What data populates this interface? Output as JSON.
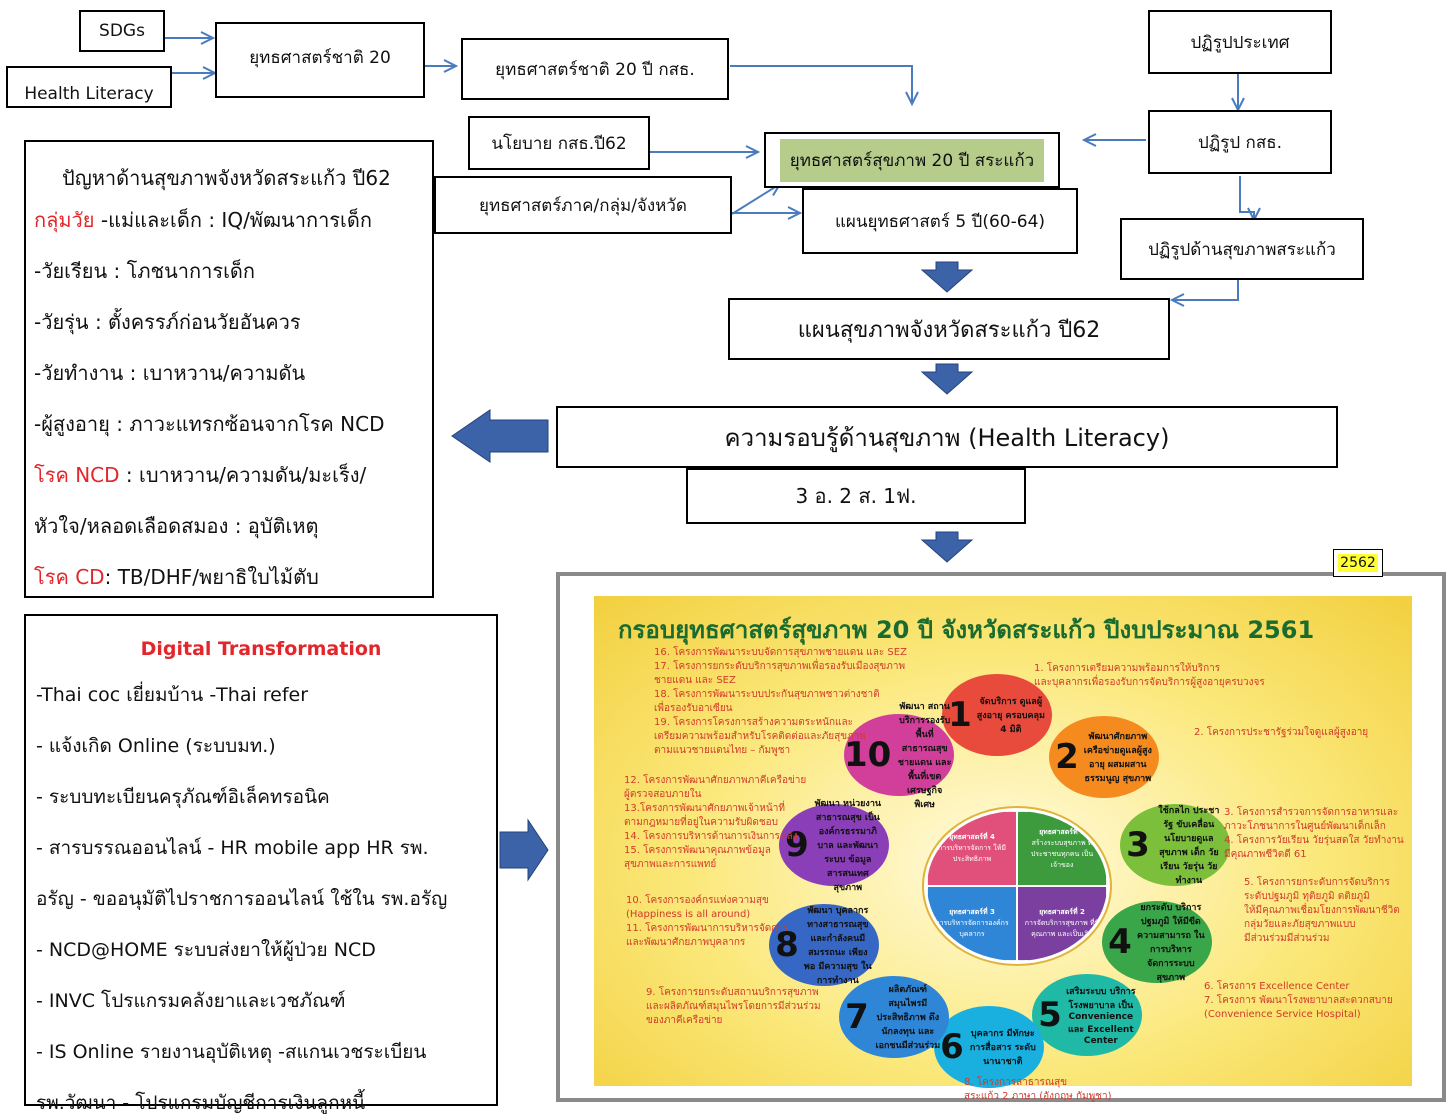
{
  "flow": {
    "sdgs": "SDGs",
    "health_literacy": "Health Literacy",
    "national_strategy": "ยุทธศาสตร์ชาติ 20",
    "moph_strategy": "ยุทธศาสตร์ชาติ 20 ปี กสธ.",
    "country_reform": "ปฏิรูปประเทศ",
    "moph_reform": "ปฏิรูป กสธ.",
    "moph_policy": "นโยบาย กสธ.ปี62",
    "health_strategy": "ยุทธศาสตร์สุขภาพ 20 ปี สระแก้ว",
    "regional_strategy": "ยุทธศาสตร์ภาค/กลุ่ม/จังหวัด",
    "five_year_plan": "แผนยุทธศาสตร์ 5 ปี(60-64)",
    "sakaeo_reform": "ปฏิรูปด้านสุขภาพสระแก้ว",
    "provincial_plan": "แผนสุขภาพจังหวัดสระแก้ว ปี62",
    "literacy_main": "ความรอบรู้ด้านสุขภาพ (Health Literacy)",
    "literacy_sub": "3 อ. 2 ส. 1ฟ.",
    "year_badge": "2562"
  },
  "problems": {
    "title": "ปัญหาด้านสุขภาพจังหวัดสระแก้ว ปี62",
    "lines": [
      {
        "red": "กลุ่มวัย",
        "text": " -แม่และเด็ก : IQ/พัฒนาการเด็ก"
      },
      {
        "red": "",
        "text": "-วัยเรียน : โภชนาการเด็ก"
      },
      {
        "red": "",
        "text": "-วัยรุ่น : ตั้งครรภ์ก่อนวัยอันควร"
      },
      {
        "red": "",
        "text": "-วัยทำงาน : เบาหวาน/ความดัน"
      },
      {
        "red": "",
        "text": "-ผู้สูงอายุ  :  ภาวะแทรกซ้อนจากโรค NCD"
      },
      {
        "red": " โรค NCD",
        "text": " : เบาหวาน/ความดัน/มะเร็ง/"
      },
      {
        "red": "",
        "text": "หัวใจ/หลอดเลือดสมอง  : อุบัติเหตุ"
      },
      {
        "red": "โรค CD",
        "text": ": TB/DHF/พยาธิใบไม้ตับ"
      }
    ]
  },
  "digital": {
    "title": "Digital Transformation",
    "lines": [
      "-Thai coc เยี่ยมบ้าน   -Thai refer",
      "- แจ้งเกิด Online (ระบบมท.)",
      "- ระบบทะเบียนครุภัณฑ์อิเล็คทรอนิค",
      "- สารบรรณออนไลน์ - HR mobile app HR รพ.",
      "อรัญ  - ขออนุมัติไปราชการออนไลน์ ใช้ใน รพ.อรัญ",
      "- NCD@HOME ระบบส่งยาให้ผู้ป่วย NCD",
      " - INVC โปรแกรมคลังยาและเวชภัณฑ์",
      " - IS Online รายงานอุบัติเหตุ -สแกนเวชระเบียน",
      "รพ.วัฒนา - โปรแกรมบัญชีการเงินลูกหนี้"
    ]
  },
  "framework": {
    "title": "กรอบยุทธศาสตร์สุขภาพ 20 ปี จังหวัดสระแก้ว ปีงบประมาณ 2561",
    "petals": [
      {
        "num": "1",
        "text": "จัดบริการ ดูแลผู้สูงอายุ ครอบคลุม 4 มิติ",
        "color": "#e84a3c"
      },
      {
        "num": "2",
        "text": "พัฒนาศักยภาพ เครือข่ายดูแลผู้สูงอายุ ผสมผสานธรรมนูญ สุขภาพ",
        "color": "#f58a1f"
      },
      {
        "num": "3",
        "text": "ใช้กลไก ประชารัฐ ขับเคลื่อน นโยบายดูแลสุขภาพ เด็ก วัยเรียน วัยรุ่น วัยทำงาน",
        "color": "#7bbf3a"
      },
      {
        "num": "4",
        "text": "ยกระดับ บริการปฐมภูมิ ให้มีขีดความสามารถ ในการบริหาร จัดการระบบสุขภาพ",
        "color": "#3aa64a"
      },
      {
        "num": "5",
        "text": "เสริมระบบ บริการโรงพยาบาล เป็น Convenience และ Excellent Center",
        "color": "#1fb9a6"
      },
      {
        "num": "6",
        "text": "บุคลากร มีทักษะการสื่อสาร ระดับนานาชาติ",
        "color": "#19b0e0"
      },
      {
        "num": "7",
        "text": "ผลิตภัณฑ์ สมุนไพรมีประสิทธิภาพ ดึงนักลงทุน และ เอกชนมีส่วนร่วม",
        "color": "#2f86d6"
      },
      {
        "num": "8",
        "text": "พัฒนา บุคลากรทางสาธารณสุข และกำลังคนมีสมรรถนะ เพียงพอ มีความสุข ในการทำงาน",
        "color": "#3767c5"
      },
      {
        "num": "9",
        "text": "พัฒนา หน่วยงานสาธารณสุข เป็นองค์กรธรรมาภิบาล และพัฒนาระบบ ข้อมูลสารสนเทศสุขภาพ",
        "color": "#8a3fb8"
      },
      {
        "num": "10",
        "text": "พัฒนา สถานบริการรองรับพื้นที่ สาธารณสุขชายแดน และพื้นที่เขตเศรษฐกิจ พิเศษ",
        "color": "#d23f9a"
      }
    ],
    "center": [
      {
        "title": "ยุทธศาสตร์ที่ 1",
        "text": "สร้างระบบสุขภาพ ที่ประชาชนทุกคน เป็นเจ้าของ",
        "color": "#3d9a3d"
      },
      {
        "title": "ยุทธศาสตร์ที่ 2",
        "text": "การจัดบริการสุขภาพ ที่มีคุณภาพ และเป็นเลิศ",
        "color": "#7b3fa0"
      },
      {
        "title": "ยุทธศาสตร์ที่ 3",
        "text": "การบริหารจัดการองค์กร บุคลากร",
        "color": "#2f86d6"
      },
      {
        "title": "ยุทธศาสตร์ที่ 4",
        "text": "การบริหารจัดการ ให้มีประสิทธิภาพ",
        "color": "#e0507a"
      }
    ],
    "projects_left_top": [
      "16. โครงการพัฒนาระบบจัดการสุขภาพชายแดน และ SEZ",
      "17. โครงการยกระดับบริการสุขภาพเพื่อรองรับเมืองสุขภาพ",
      "ชายแดน และ SEZ",
      "18. โครงการพัฒนาระบบประกันสุขภาพชาวต่างชาติ",
      "เพื่อรองรับอาเซียน",
      "19. โครงการโครงการสร้างความตระหนักและ",
      "เตรียมความพร้อมสำหรับโรคติดต่อและภัยสุขภาพ",
      "ตามแนวชายแดนไทย – กัมพูชา"
    ],
    "projects_left_mid": [
      "12. โครงการพัฒนาศักยภาพภาคีเครือข่าย",
      "ผู้ตรวจสอบภายใน",
      "13.โครงการพัฒนาศักยภาพเจ้าหน้าที่",
      "ตามกฎหมายที่อยู่ในความรับผิดชอบ",
      "14. โครงการบริหารด้านการเงินการคลัง",
      "15. โครงการพัฒนาคุณภาพข้อมูล",
      "สุขภาพและการแพทย์"
    ],
    "projects_left_low": [
      "10. โครงการองค์กรแห่งความสุข",
      "(Happiness is all around)",
      "11. โครงการพัฒนาการบริหารจัดการ",
      "และพัฒนาศักยภาพบุคลากร"
    ],
    "projects_left_bottom": [
      "9. โครงการยกระดับสถานบริการสุขภาพ",
      "และผลิตภัณฑ์สมุนไพรโดยการมีส่วนร่วม",
      "ของภาคีเครือข่าย"
    ],
    "projects_right_top": [
      "1. โครงการเตรียมความพร้อมการให้บริการ",
      "และบุคลากรเพื่อรองรับการจัดบริการผู้สูงอายุครบวงจร"
    ],
    "projects_right_2": [
      "2. โครงการประชารัฐร่วมใจดูแลผู้สูงอายุ"
    ],
    "projects_right_3": [
      "3. โครงการสำรวจการจัดการอาหารและ",
      "ภาวะโภชนาการในศูนย์พัฒนาเด็กเล็ก",
      "4. โครงการวัยเรียน วัยรุ่นสดใส วัยทำงาน",
      "มีคุณภาพชีวิตดี 61"
    ],
    "projects_right_5": [
      "5. โครงการยกระดับการจัดบริการ",
      "ระดับปฐมภูมิ ทุติยภูมิ ตติยภูมิ",
      "ให้มีคุณภาพเชื่อมโยงการพัฒนาชีวิต",
      "กลุ่มวัยและภัยสุขภาพแบบ",
      "มีส่วนร่วมมีส่วนร่วม"
    ],
    "projects_right_6": [
      "6. โครงการ Excellence Center",
      "7. โครงการ พัฒนาโรงพยาบาลสะดวกสบาย",
      "(Convenience Service Hospital)"
    ],
    "projects_bottom": [
      "8. โครงการสาธารณสุข",
      "สระแก้ว 2 ภาษา (อังกฤษ กัมพูชา)"
    ]
  }
}
